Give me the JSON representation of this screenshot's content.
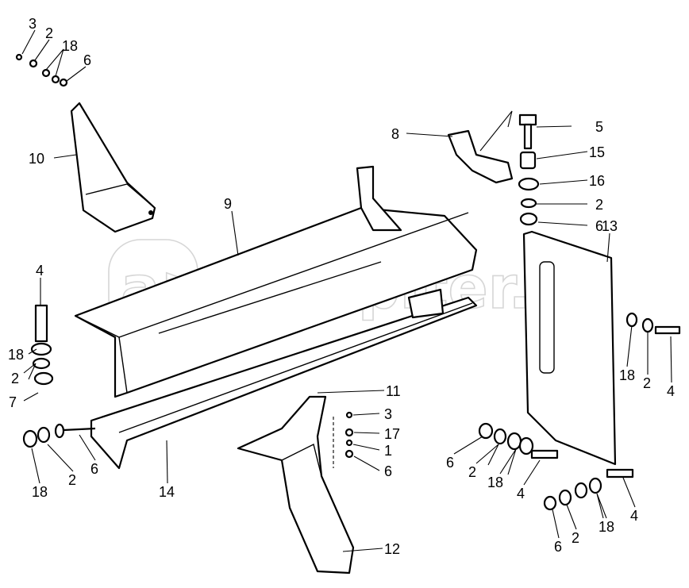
{
  "watermark": {
    "text": "autopiter.ru",
    "logo_text": "a>"
  },
  "callouts": [
    "3",
    "2",
    "18",
    "6",
    "10",
    "9",
    "8",
    "5",
    "15",
    "16",
    "2",
    "6",
    "13",
    "4",
    "18",
    "2",
    "7",
    "18",
    "2",
    "4",
    "11",
    "3",
    "17",
    "1",
    "6",
    "6",
    "2",
    "18",
    "14",
    "6",
    "2",
    "18",
    "4",
    "4",
    "18",
    "2",
    "6",
    "12"
  ]
}
